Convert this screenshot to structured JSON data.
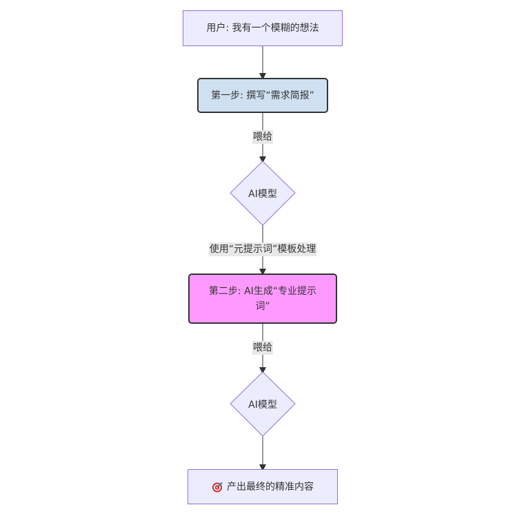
{
  "flowchart": {
    "direction": "top-down",
    "nodes": {
      "user": {
        "label": "用户: 我有一个模糊的想法",
        "shape": "rect"
      },
      "step1": {
        "label": "第一步: 撰写“需求简报”",
        "shape": "rounded-rect"
      },
      "ai1": {
        "label": "AI模型",
        "shape": "diamond"
      },
      "step2": {
        "label": "第二步: AI生成“专业提示词”",
        "shape": "rounded-rect"
      },
      "ai2": {
        "label": "AI模型",
        "shape": "diamond"
      },
      "result": {
        "label": "产出最终的精准内容",
        "icon": "target-dart-icon",
        "shape": "rect"
      }
    },
    "edges": [
      {
        "from": "user",
        "to": "step1",
        "label": ""
      },
      {
        "from": "step1",
        "to": "ai1",
        "label": "喂给"
      },
      {
        "from": "ai1",
        "to": "step2",
        "label": "使用“元提示词”模板处理"
      },
      {
        "from": "step2",
        "to": "ai2",
        "label": "喂给"
      },
      {
        "from": "ai2",
        "to": "result",
        "label": ""
      }
    ],
    "colors": {
      "default_fill": "#ECECFF",
      "default_stroke": "#9370DB",
      "step1_fill": "#CFE0F1",
      "step2_fill": "#FF99FF",
      "highlight_stroke": "#333333",
      "edge": "#333333",
      "edge_label_bg": "#E8E8E8"
    }
  }
}
